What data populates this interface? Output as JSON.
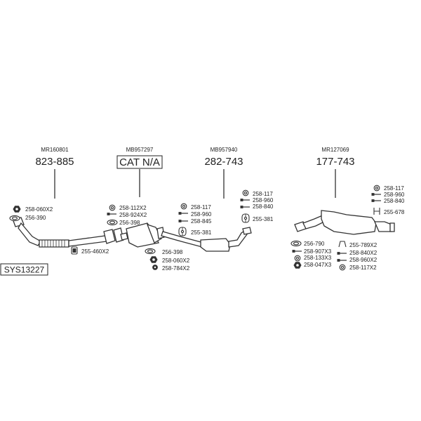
{
  "system_code": "SYS13227",
  "sections": [
    {
      "id": "downpipe",
      "oe_code": "MR160801",
      "part_no": "823-885",
      "boxed": false
    },
    {
      "id": "catalyst",
      "oe_code": "MB957297",
      "part_no": "CAT N/A",
      "boxed": true
    },
    {
      "id": "middle",
      "oe_code": "MB957940",
      "part_no": "282-743",
      "boxed": false
    },
    {
      "id": "rear",
      "oe_code": "MR127069",
      "part_no": "177-743",
      "boxed": false
    }
  ],
  "parts": [
    {
      "code": "258-060X2",
      "icon": "nut"
    },
    {
      "code": "256-390",
      "icon": "gasket"
    },
    {
      "code": "255-460X2",
      "icon": "mount"
    },
    {
      "code": "258-112X2",
      "icon": "ring"
    },
    {
      "code": "258-924X2",
      "icon": "bolt"
    },
    {
      "code": "256-398",
      "icon": "gasket"
    },
    {
      "code": "256-398",
      "icon": "gasket"
    },
    {
      "code": "258-060X2",
      "icon": "nut"
    },
    {
      "code": "258-784X2",
      "icon": "washer"
    },
    {
      "code": "258-117",
      "icon": "ring"
    },
    {
      "code": "258-960",
      "icon": "bolt"
    },
    {
      "code": "258-845",
      "icon": "bolt"
    },
    {
      "code": "255-381",
      "icon": "hanger"
    },
    {
      "code": "258-117",
      "icon": "ring"
    },
    {
      "code": "258-960",
      "icon": "bolt"
    },
    {
      "code": "258-840",
      "icon": "bolt"
    },
    {
      "code": "255-381",
      "icon": "hanger"
    },
    {
      "code": "256-790",
      "icon": "gasket"
    },
    {
      "code": "258-907X3",
      "icon": "bolt"
    },
    {
      "code": "258-133X3",
      "icon": "ring"
    },
    {
      "code": "258-047X3",
      "icon": "nut"
    },
    {
      "code": "258-117",
      "icon": "ring"
    },
    {
      "code": "258-960",
      "icon": "bolt"
    },
    {
      "code": "258-840",
      "icon": "bolt"
    },
    {
      "code": "255-678",
      "icon": "bracket"
    },
    {
      "code": "255-789X2",
      "icon": "clamp"
    },
    {
      "code": "258-840X2",
      "icon": "bolt"
    },
    {
      "code": "258-960X2",
      "icon": "bolt"
    },
    {
      "code": "258-117X2",
      "icon": "ring"
    }
  ]
}
